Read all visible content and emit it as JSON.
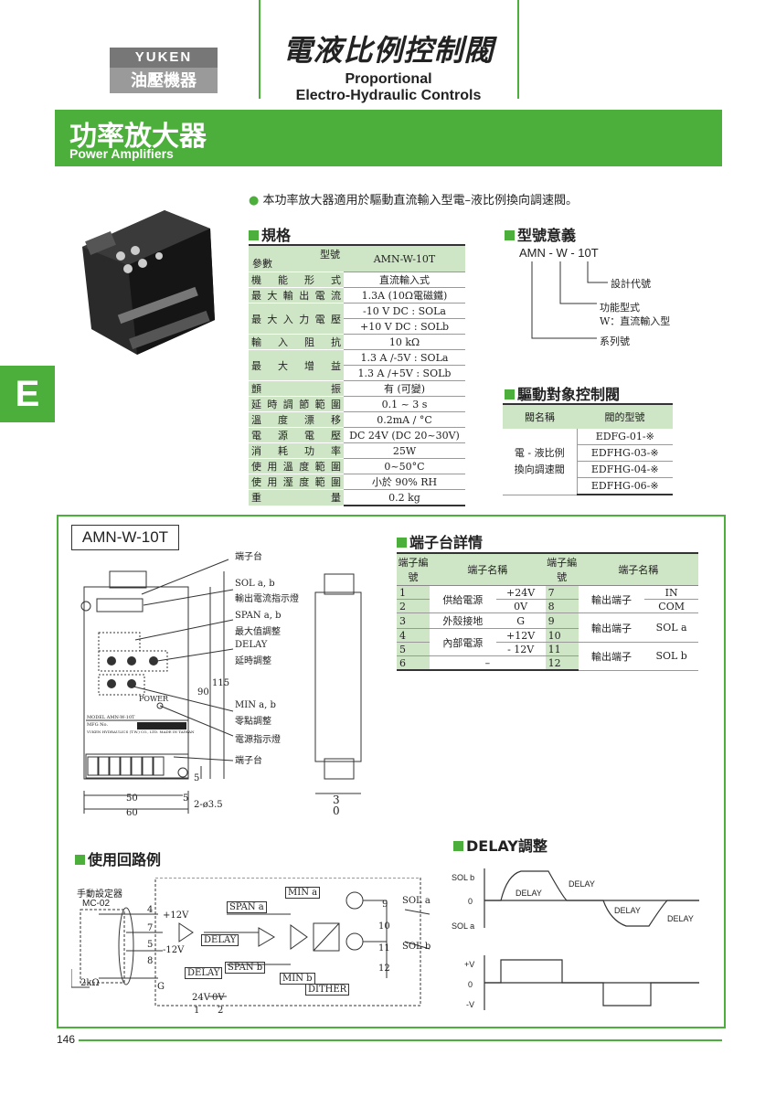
{
  "header": {
    "logo_top": "YUKEN",
    "logo_bottom": "油壓機器",
    "title_cn": "電液比例控制閥",
    "title_en_1": "Proportional",
    "title_en_2": "Electro-Hydraulic Controls"
  },
  "banner": {
    "title_cn": "功率放大器",
    "title_en": "Power Amplifiers"
  },
  "side_tab": "E",
  "intro": "本功率放大器適用於驅動直流輸入型電–液比例換向調速閥。",
  "specs": {
    "heading": "規格",
    "header_left_top": "型號",
    "header_left_bottom": "參數",
    "header_value": "AMN-W-10T",
    "rows": [
      {
        "k": "機能形式",
        "v": [
          "直流輸入式"
        ]
      },
      {
        "k": "最大輸出電流",
        "v": [
          "1.3A (10Ω電磁鐵)"
        ]
      },
      {
        "k": "最大入力電壓",
        "v": [
          "-10 V DC : SOLa",
          "+10 V DC : SOLb"
        ]
      },
      {
        "k": "輸入阻抗",
        "v": [
          "10 kΩ"
        ]
      },
      {
        "k": "最大增益",
        "v": [
          "1.3 A /-5V : SOLa",
          "1.3 A /+5V : SOLb"
        ]
      },
      {
        "k": "顫振",
        "v": [
          "有 (可變)"
        ]
      },
      {
        "k": "延時調節範圍",
        "v": [
          "0.1 ~ 3 s"
        ]
      },
      {
        "k": "溫度漂移",
        "v": [
          "0.2mA / °C"
        ]
      },
      {
        "k": "電源電壓",
        "v": [
          "DC 24V (DC 20~30V)"
        ]
      },
      {
        "k": "消耗功率",
        "v": [
          "25W"
        ]
      },
      {
        "k": "使用溫度範圍",
        "v": [
          "0~50°C"
        ]
      },
      {
        "k": "使用溼度範圍",
        "v": [
          "小於 90% RH"
        ]
      },
      {
        "k": "重量",
        "v": [
          "0.2 kg"
        ]
      }
    ]
  },
  "model_meaning": {
    "heading": "型號意義",
    "code": "AMN - W - 10T",
    "design_code": "設計代號",
    "function_type": "功能型式",
    "function_desc": "W：直流輸入型",
    "series": "系列號"
  },
  "controlled_valves": {
    "heading": "驅動對象控制閥",
    "col1": "閥名稱",
    "col2": "閥的型號",
    "valve_name_1": "電 - 液比例",
    "valve_name_2": "換向調速閥",
    "models": [
      "EDFG-01-※",
      "EDFHG-03-※",
      "EDFHG-04-※",
      "EDFHG-06-※"
    ]
  },
  "drawing": {
    "model_label": "AMN-W-10T",
    "labels": {
      "terminal_block_top": "端子台",
      "sol_ab": "SOL a, b",
      "output_indicator": "輸出電流指示燈",
      "span_ab": "SPAN a, b",
      "max_adjust": "最大值調整",
      "delay": "DELAY",
      "delay_adjust": "延時調整",
      "min_ab": "MIN a, b",
      "zero_adjust": "零點調整",
      "power_indicator": "電源指示燈",
      "terminal_block_bottom": "端子台",
      "hole": "2-ø3.5",
      "power_text": "POWER",
      "model_text": "MODEL    AMN-W-10T",
      "mfg_text": "MFG No.",
      "maker_text": "YUKEN HYDRAULICS (T.W.) CO., LTD. MADE IN TAIWAN"
    },
    "dims": {
      "w50": "50",
      "w60": "60",
      "w5": "5",
      "h90": "90",
      "h115": "115",
      "h5": "5",
      "d3": "3",
      "d0": "0"
    }
  },
  "terminals": {
    "heading": "端子台詳情",
    "h_num": "端子編號",
    "h_name": "端子名稱",
    "left": [
      {
        "n": "1",
        "group": "供給電源",
        "sig": "+24V"
      },
      {
        "n": "2",
        "group": "",
        "sig": "0V"
      },
      {
        "n": "3",
        "group": "外殼接地",
        "sig": "G"
      },
      {
        "n": "4",
        "group": "內部電源",
        "sig": "+12V"
      },
      {
        "n": "5",
        "group": "",
        "sig": "- 12V"
      },
      {
        "n": "6",
        "group": "–",
        "sig": ""
      }
    ],
    "right": [
      {
        "n": "7",
        "group": "輸出端子",
        "sig": "IN"
      },
      {
        "n": "8",
        "group": "",
        "sig": "COM"
      },
      {
        "n": "9",
        "group": "輸出端子",
        "sig": "SOL a"
      },
      {
        "n": "10",
        "group": "",
        "sig": ""
      },
      {
        "n": "11",
        "group": "輸出端子",
        "sig": "SOL b"
      },
      {
        "n": "12",
        "group": "",
        "sig": ""
      }
    ]
  },
  "circuit": {
    "heading": "使用回路例",
    "manual_setter": "手動設定器",
    "mc02": "MC-02",
    "r2k": "2kΩ",
    "p12": "+12V",
    "m12": "-12V",
    "min_a": "MIN a",
    "span_a": "SPAN a",
    "delay": "DELAY",
    "delay2": "DELAY",
    "span_b": "SPAN b",
    "min_b": "MIN b",
    "dither": "DITHER",
    "sol_a": "SOL a",
    "sol_b": "SOL b",
    "v24": "24V",
    "v0": "0V",
    "g": "G",
    "t4": "4",
    "t7": "7",
    "t5": "5",
    "t8": "8",
    "t9": "9",
    "t10": "10",
    "t11": "11",
    "t12": "12",
    "t1": "1",
    "t2": "2"
  },
  "delay_chart": {
    "heading": "DELAY調整",
    "sol_b": "SOL b",
    "zero1": "0",
    "sol_a": "SOL a",
    "pv": "+V",
    "zero2": "0",
    "nv": "-V",
    "delay": "DELAY"
  },
  "page_number": "146"
}
